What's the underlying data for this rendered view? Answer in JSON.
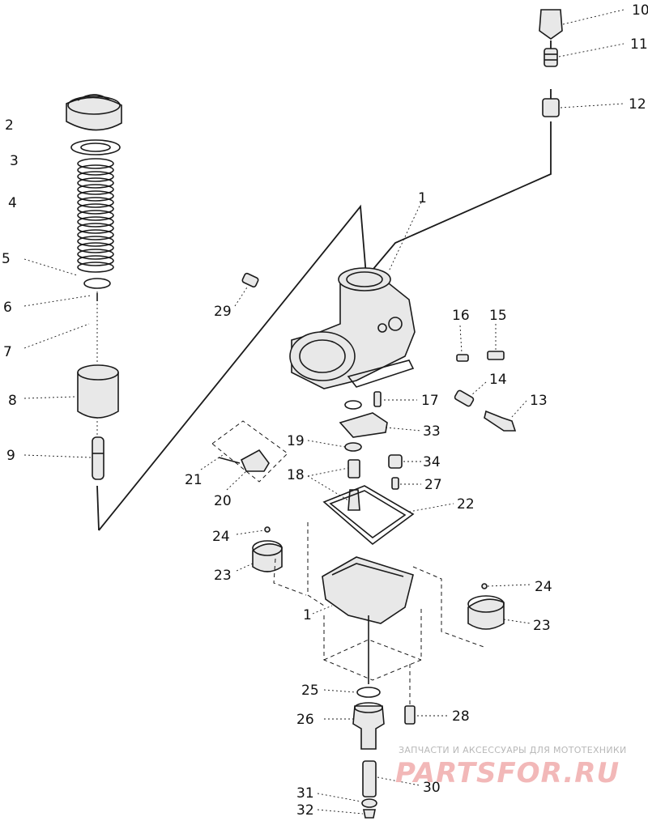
{
  "labels": [
    "10",
    "11",
    "12",
    "2",
    "3",
    "4",
    "5",
    "6",
    "7",
    "8",
    "9",
    "1",
    "29",
    "16",
    "15",
    "14",
    "13",
    "17",
    "33",
    "19",
    "34",
    "18",
    "27",
    "22",
    "21",
    "20",
    "24",
    "23",
    "1",
    "24",
    "23",
    "25",
    "28",
    "26",
    "30",
    "31",
    "32"
  ],
  "watermark": {
    "caption": "ЗАПЧАСТИ И АКСЕССУАРЫ ДЛЯ МОТОТЕХНИКИ",
    "brand": "PARTSFOR.RU"
  }
}
